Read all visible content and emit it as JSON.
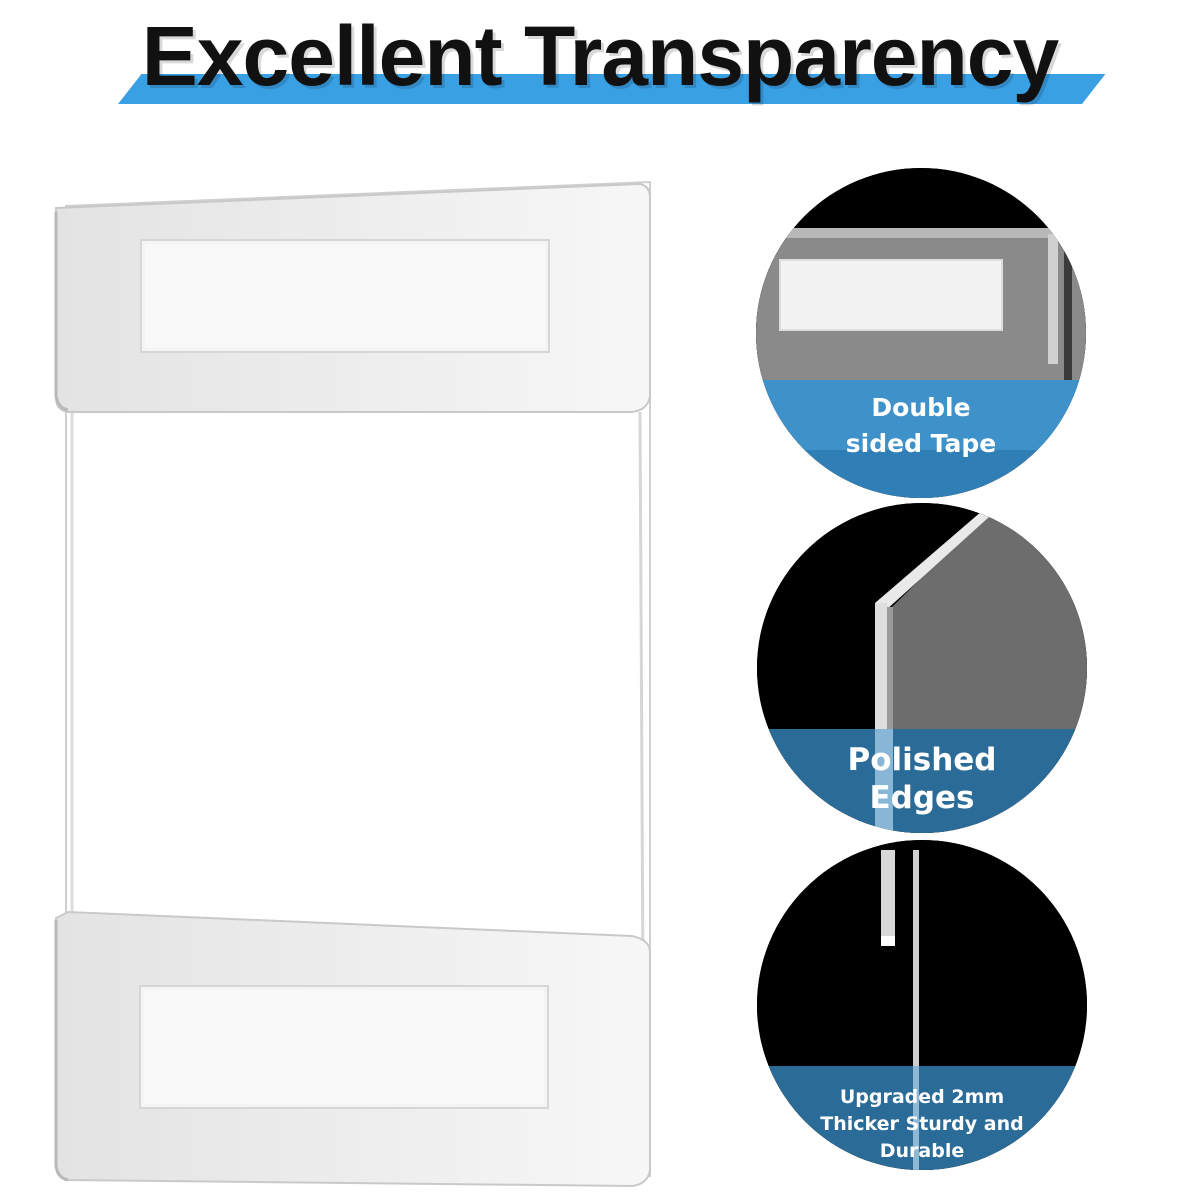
{
  "header": {
    "title": "Excellent Transparency",
    "stripe_color": "#3aa0e4"
  },
  "features": [
    {
      "label_line1": "Double",
      "label_line2": "sided Tape",
      "icon": "tape-closeup"
    },
    {
      "label_line1": "Polished",
      "label_line2": "Edges",
      "icon": "edge-closeup"
    },
    {
      "label_line1": "Upgraded 2mm",
      "label_line2": "Thicker Sturdy and",
      "label_line3": "Durable",
      "icon": "thickness-closeup"
    }
  ],
  "colors": {
    "band_blue": "#2f7fb6",
    "circle_background": "#000000"
  }
}
